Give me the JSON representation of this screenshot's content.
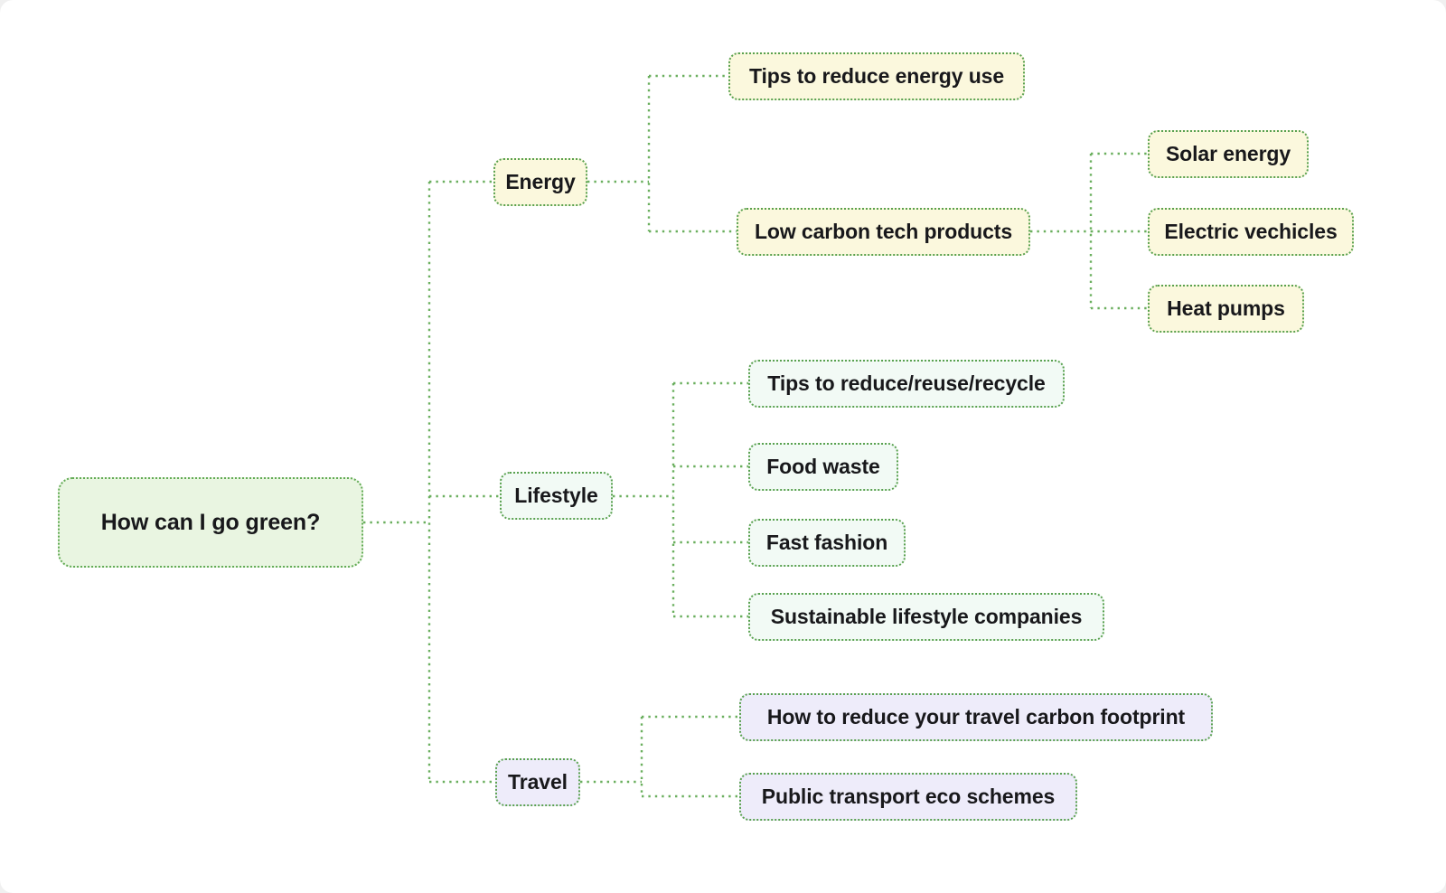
{
  "diagram": {
    "type": "mindmap",
    "title": "How can I go green?",
    "colors": {
      "canvas": "#ffffff",
      "connector": "#6aaf5e",
      "root_fill": "#e9f5e1",
      "root_border": "#62ab55",
      "energy_fill": "#fbf8dd",
      "lifestyle_fill": "#f2faf5",
      "travel_fill": "#eeecfa",
      "node_border": "#59a14f",
      "text": "#18181b"
    },
    "root": {
      "label": "How can I go green?"
    },
    "branches": [
      {
        "id": "energy",
        "label": "Energy",
        "children": [
          {
            "id": "tips-energy",
            "label": "Tips to reduce energy use",
            "children": []
          },
          {
            "id": "low-carbon",
            "label": "Low carbon tech products",
            "children": [
              {
                "id": "solar",
                "label": "Solar energy"
              },
              {
                "id": "ev",
                "label": "Electric vechicles"
              },
              {
                "id": "heat-pumps",
                "label": "Heat pumps"
              }
            ]
          }
        ]
      },
      {
        "id": "lifestyle",
        "label": "Lifestyle",
        "children": [
          {
            "id": "tips-rrr",
            "label": "Tips to reduce/reuse/recycle",
            "children": []
          },
          {
            "id": "food-waste",
            "label": "Food waste",
            "children": []
          },
          {
            "id": "fast-fashion",
            "label": "Fast fashion",
            "children": []
          },
          {
            "id": "sustainable-companies",
            "label": "Sustainable lifestyle companies",
            "children": []
          }
        ]
      },
      {
        "id": "travel",
        "label": "Travel",
        "children": [
          {
            "id": "travel-footprint",
            "label": "How to reduce your travel carbon footprint",
            "children": []
          },
          {
            "id": "public-transport",
            "label": "Public transport eco schemes",
            "children": []
          }
        ]
      }
    ]
  }
}
